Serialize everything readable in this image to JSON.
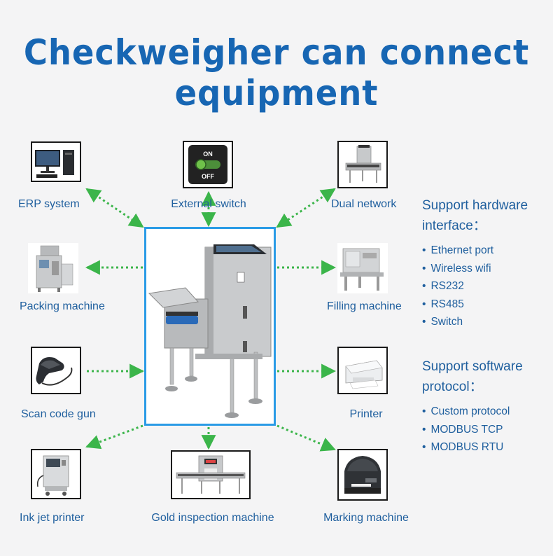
{
  "title": {
    "line1": "Checkweigher can connect",
    "line2": "equipment"
  },
  "nodes": [
    {
      "id": "erp",
      "label": "ERP system",
      "icon": "computer-icon"
    },
    {
      "id": "switch",
      "label": "External switch",
      "icon": "on-off-switch-icon"
    },
    {
      "id": "network",
      "label": "Dual network",
      "icon": "checkweigher-icon"
    },
    {
      "id": "packing",
      "label": "Packing machine",
      "icon": "packing-machine-icon"
    },
    {
      "id": "filling",
      "label": "Filling machine",
      "icon": "filling-machine-icon"
    },
    {
      "id": "scan",
      "label": "Scan code gun",
      "icon": "barcode-scanner-icon"
    },
    {
      "id": "printer",
      "label": "Printer",
      "icon": "printer-icon"
    },
    {
      "id": "inkjet",
      "label": "Ink jet printer",
      "icon": "inkjet-printer-icon"
    },
    {
      "id": "gold",
      "label": "Gold inspection machine",
      "icon": "metal-detector-icon"
    },
    {
      "id": "marking",
      "label": "Marking machine",
      "icon": "label-printer-icon"
    }
  ],
  "switch_text": {
    "on": "ON",
    "off": "OFF"
  },
  "hardware": {
    "heading_line1": "Support hardware",
    "heading_line2": "interface：",
    "items": [
      "Ethernet port",
      "Wireless wifi",
      "RS232",
      "RS485",
      "Switch"
    ]
  },
  "software": {
    "heading_line1": "Support software",
    "heading_line2": "protocol：",
    "items": [
      "Custom protocol",
      "MODBUS TCP",
      "MODBUS RTU"
    ]
  },
  "colors": {
    "title": "#1766b3",
    "label": "#1f5f9e",
    "arrow": "#3bb54a",
    "center_border": "#2a9be6"
  }
}
